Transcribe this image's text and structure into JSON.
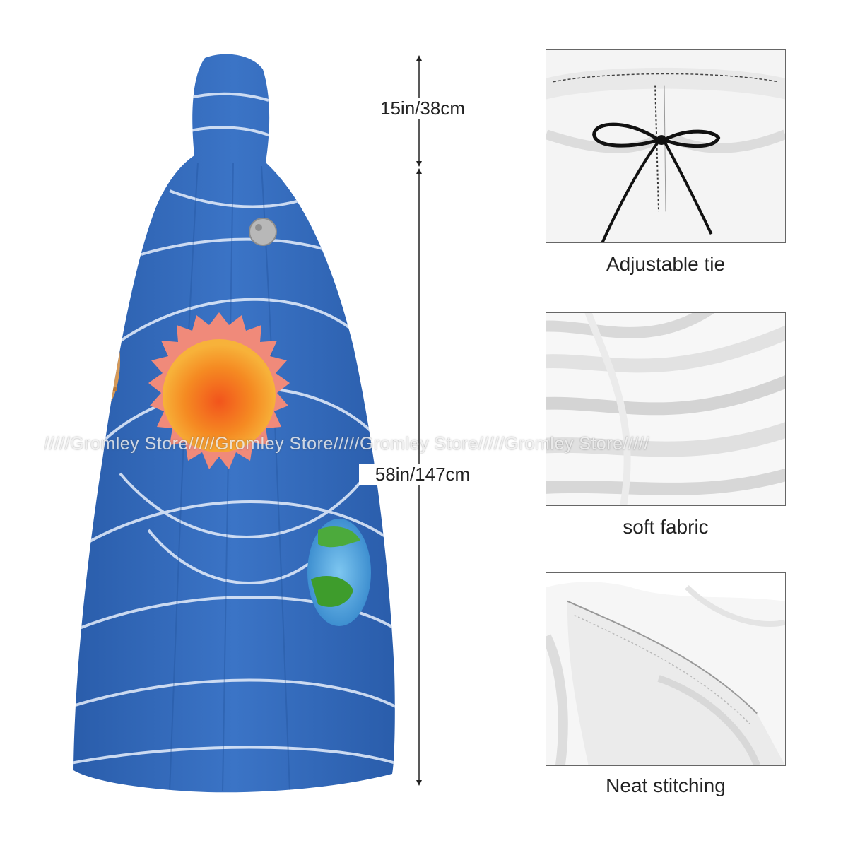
{
  "measurements": {
    "hood_length": "15in/38cm",
    "body_length": "58in/147cm"
  },
  "features": [
    {
      "caption": "Adjustable tie",
      "icon": "tie-detail-photo"
    },
    {
      "caption": "soft fabric",
      "icon": "fabric-detail-photo"
    },
    {
      "caption": "Neat stitching",
      "icon": "stitching-detail-photo"
    }
  ],
  "watermark": "/////Gromley Store/////Gromley Store/////Gromley Store/////Gromley Store/////",
  "colors": {
    "cloak_blue": "#2f66b8",
    "orbit_line": "#e6eefb",
    "sun": "#f07a1c",
    "panel_border": "#666666"
  }
}
